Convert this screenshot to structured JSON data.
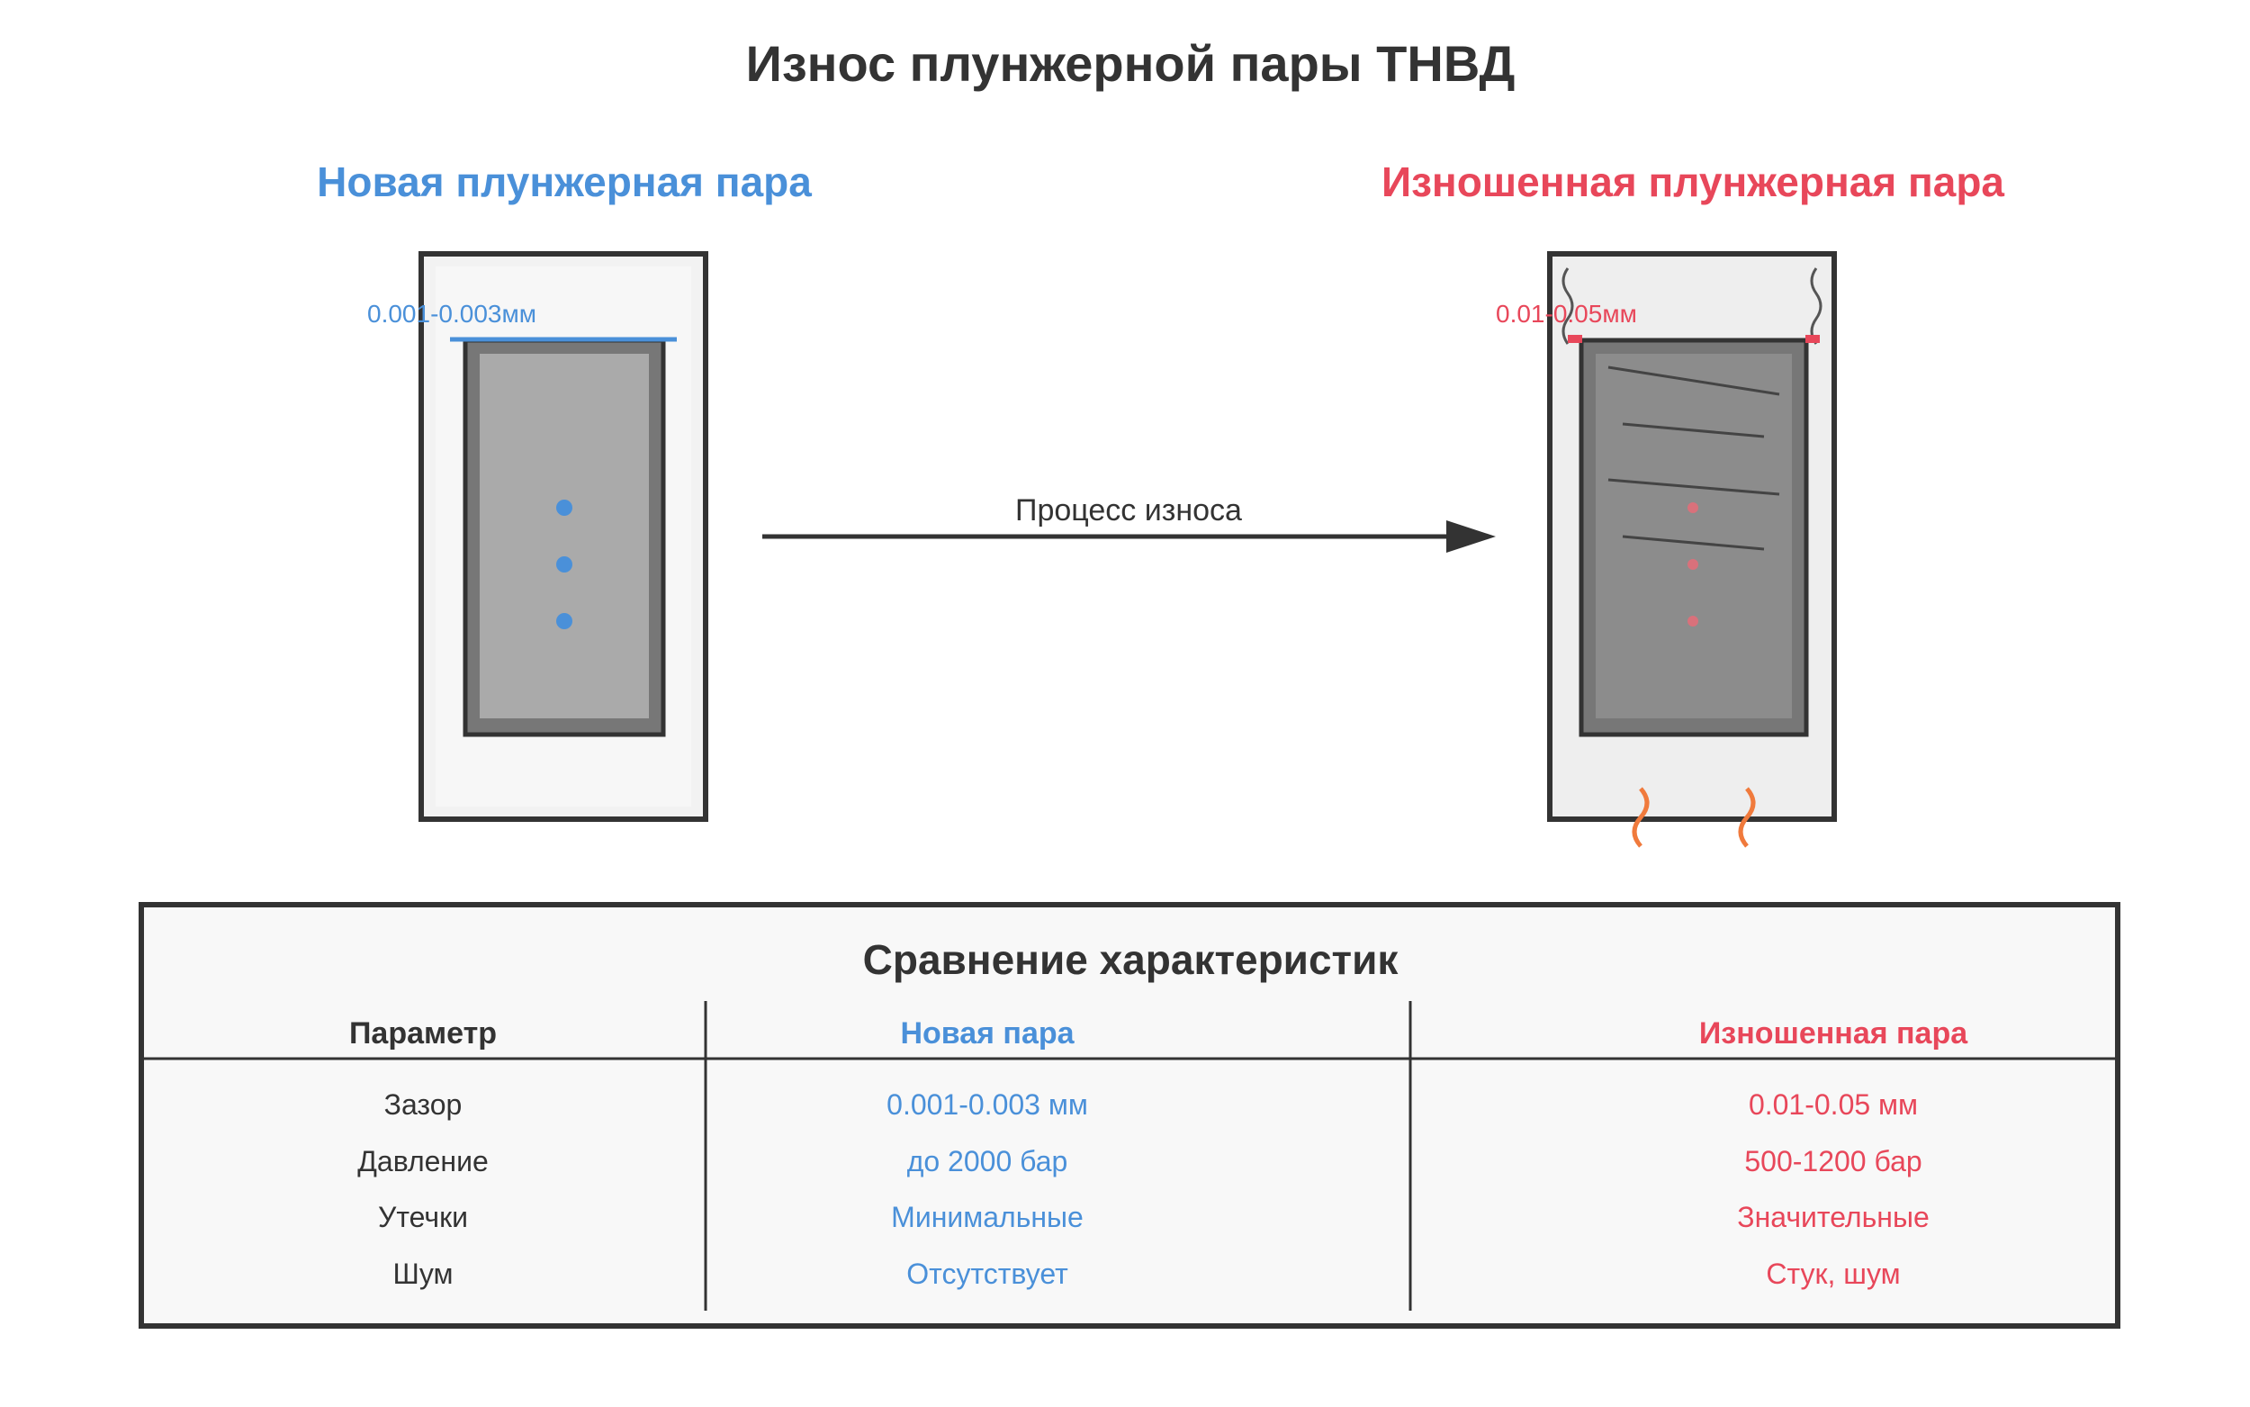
{
  "title": "Износ плунжерной пары ТНВД",
  "new_pair": {
    "heading": "Новая плунжерная пара",
    "gap_label": "0.001-0.003мм",
    "color": "#4a90d9"
  },
  "worn_pair": {
    "heading": "Изношенная плунжерная пара",
    "gap_label": "0.01-0.05мм",
    "color": "#e8475a"
  },
  "arrow": {
    "label": "Процесс износа"
  },
  "table": {
    "title": "Сравнение характеристик",
    "headers": [
      "Параметр",
      "Новая пара",
      "Изношенная пара"
    ],
    "rows": [
      [
        "Зазор",
        "0.001-0.003 мм",
        "0.01-0.05 мм"
      ],
      [
        "Давление",
        "до 2000 бар",
        "500-1200 бар"
      ],
      [
        "Утечки",
        "Минимальные",
        "Значительные"
      ],
      [
        "Шум",
        "Отсутствует",
        "Стук, шум"
      ]
    ]
  },
  "colors": {
    "frame": "#333333",
    "plunger_outer": "#777777",
    "plunger_new": "#aaaaaa",
    "plunger_worn": "#8c8c8c",
    "heat": "#f07a3c"
  }
}
